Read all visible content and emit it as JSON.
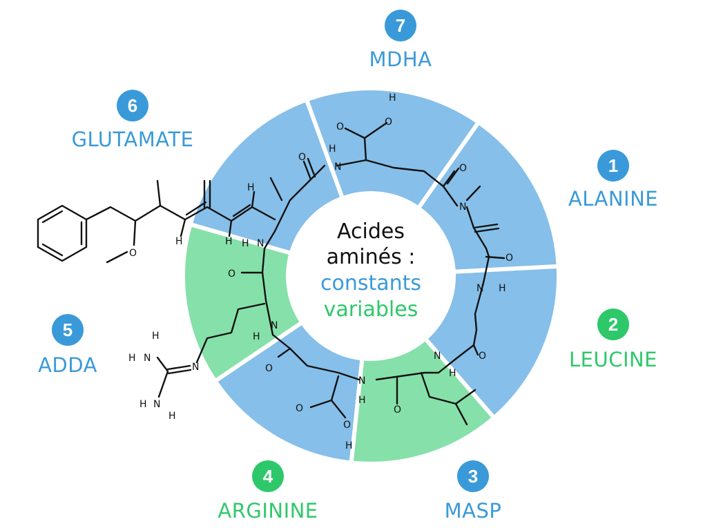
{
  "colors": {
    "constant": "#3a9ad9",
    "variable": "#2ec86a",
    "constant_fill": "#86bfe9",
    "variable_fill": "#86e0a9",
    "bond": "#111111"
  },
  "center": {
    "line1": "Acides",
    "line2": "aminés :",
    "constant_label": "constants",
    "variable_label": "variables"
  },
  "segments": [
    {
      "number": "1",
      "name": "ALANINE",
      "kind": "constant"
    },
    {
      "number": "2",
      "name": "LEUCINE",
      "kind": "variable"
    },
    {
      "number": "3",
      "name": "MASP",
      "kind": "constant"
    },
    {
      "number": "4",
      "name": "ARGININE",
      "kind": "variable"
    },
    {
      "number": "5",
      "name": "ADDA",
      "kind": "constant"
    },
    {
      "number": "6",
      "name": "GLUTAMATE",
      "kind": "constant"
    },
    {
      "number": "7",
      "name": "MDHA",
      "kind": "constant"
    }
  ],
  "atoms": {
    "H": "H",
    "N": "N",
    "O": "O",
    "NH": "N",
    "HN": "H–N"
  }
}
